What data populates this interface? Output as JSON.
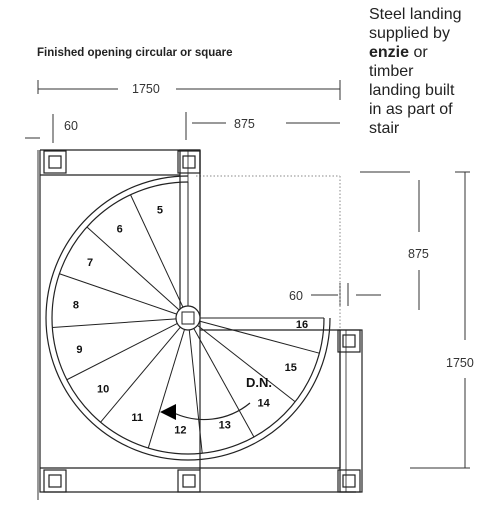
{
  "title": "Finished opening circular or square",
  "note": {
    "line1": "Steel landing",
    "line2": "supplied by",
    "brand": "enzie",
    "line3_after": " or",
    "line4": "timber",
    "line5": "landing built",
    "line6": "in as part of",
    "line7": "stair"
  },
  "dimensions": {
    "width_total": "1750",
    "post": "60",
    "half_width": "875",
    "half_height": "875",
    "post_right": "60",
    "height_total": "1750"
  },
  "direction_label": "D.N.",
  "steps": [
    {
      "label": "5",
      "angle": 256
    },
    {
      "label": "6",
      "angle": 233
    },
    {
      "label": "7",
      "angle": 210
    },
    {
      "label": "8",
      "angle": 187
    },
    {
      "label": "9",
      "angle": 164
    },
    {
      "label": "10",
      "angle": 141
    },
    {
      "label": "11",
      "angle": 118
    },
    {
      "label": "12",
      "angle": 95
    },
    {
      "label": "13",
      "angle": 72
    },
    {
      "label": "14",
      "angle": 49
    },
    {
      "label": "15",
      "angle": 26
    },
    {
      "label": "16",
      "angle": 3
    }
  ],
  "tread_angles": [
    270,
    245,
    222,
    199,
    176,
    153,
    130,
    107,
    84,
    61,
    38,
    15,
    0
  ],
  "colors": {
    "line": "#222222",
    "dotted": "#777777",
    "arrow": "#000000"
  }
}
